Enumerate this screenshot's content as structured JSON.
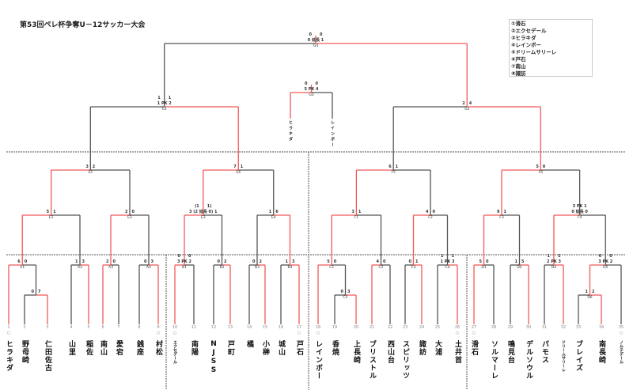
{
  "title": "第53回ペレ杯争奪U－12サッカー大会",
  "legend": [
    "①滑石",
    "②エクセデール",
    "③ヒラキダ",
    "④レインボー",
    "⑤ドリームサリーレ",
    "⑥戸石",
    "⑦南山",
    "⑧諏訪"
  ],
  "colors": {
    "winner_line": "#f05a5a",
    "loser_line": "#555555"
  },
  "teams": [
    {
      "no": "1",
      "name": "ヒラキダ",
      "mark": "○"
    },
    {
      "no": "2",
      "name": "野母崎"
    },
    {
      "no": "3",
      "name": "仁田佐古"
    },
    {
      "no": "4",
      "name": "山里"
    },
    {
      "no": "5",
      "name": "稲佐"
    },
    {
      "no": "6",
      "name": "南山"
    },
    {
      "no": "7",
      "name": "愛宕"
    },
    {
      "no": "8",
      "name": "銭座"
    },
    {
      "no": "9",
      "name": "村松",
      "mark": "○"
    },
    {
      "no": "10",
      "name": "エクセデール",
      "mark": "○"
    },
    {
      "no": "11",
      "name": "南陽"
    },
    {
      "no": "12",
      "name": "NJSS"
    },
    {
      "no": "13",
      "name": "戸町"
    },
    {
      "no": "14",
      "name": "橘"
    },
    {
      "no": "15",
      "name": "小榊"
    },
    {
      "no": "16",
      "name": "城山"
    },
    {
      "no": "17",
      "name": "戸石",
      "mark": "○"
    },
    {
      "no": "18",
      "name": "レインボー",
      "mark": "○"
    },
    {
      "no": "19",
      "name": "香焼"
    },
    {
      "no": "20",
      "name": "上長崎"
    },
    {
      "no": "21",
      "name": "ブリストル"
    },
    {
      "no": "22",
      "name": "西山台"
    },
    {
      "no": "23",
      "name": "スピリッツ"
    },
    {
      "no": "24",
      "name": "諏訪"
    },
    {
      "no": "25",
      "name": "大浦"
    },
    {
      "no": "26",
      "name": "土井首",
      "mark": "○"
    },
    {
      "no": "27",
      "name": "滑石",
      "mark": "○"
    },
    {
      "no": "28",
      "name": "ソルマーレ"
    },
    {
      "no": "29",
      "name": "鳴見台"
    },
    {
      "no": "30",
      "name": "デルソウル"
    },
    {
      "no": "31",
      "name": "パモス"
    },
    {
      "no": "32",
      "name": "ドリームサリーレ"
    },
    {
      "no": "33",
      "name": "ブレイズ"
    },
    {
      "no": "34",
      "name": "南長崎"
    },
    {
      "no": "35",
      "name": "ノルテデール",
      "mark": "○"
    }
  ],
  "matches": [
    {
      "id": "A0",
      "label": "",
      "l": "t2",
      "r": "t3",
      "lines": [
        "0　7"
      ],
      "w": "r"
    },
    {
      "id": "A1",
      "label": "A1",
      "l": "t1",
      "r": "A0",
      "lines": [
        "6　0"
      ],
      "w": "l"
    },
    {
      "id": "A2",
      "label": "A2",
      "l": "t4",
      "r": "t5",
      "lines": [
        "1　3"
      ],
      "w": "r"
    },
    {
      "id": "A3",
      "label": "A3",
      "l": "t6",
      "r": "t7",
      "lines": [
        "2　0"
      ],
      "w": "l"
    },
    {
      "id": "A4",
      "label": "A4",
      "l": "t8",
      "r": "t9",
      "lines": [
        "0　3"
      ],
      "w": "r"
    },
    {
      "id": "E1",
      "label": "E1",
      "l": "A1",
      "r": "A2",
      "lines": [
        "5　1"
      ],
      "w": "l"
    },
    {
      "id": "E2",
      "label": "E2",
      "l": "A3",
      "r": "A4",
      "lines": [
        "2　0"
      ],
      "w": "l"
    },
    {
      "id": "E5",
      "label": "E5",
      "l": "E1",
      "r": "E2",
      "lines": [
        "3　2"
      ],
      "w": "l"
    },
    {
      "id": "B1",
      "label": "B1",
      "l": "t10",
      "r": "t11",
      "lines": [
        "0　　0",
        "3 PK 2"
      ],
      "w": "l"
    },
    {
      "id": "B2",
      "label": "B2",
      "l": "t12",
      "r": "t13",
      "lines": [
        "0　2"
      ],
      "w": "r"
    },
    {
      "id": "B3",
      "label": "B3",
      "l": "t14",
      "r": "t15",
      "lines": [
        "0　2"
      ],
      "w": "r"
    },
    {
      "id": "B4",
      "label": "B4",
      "l": "t16",
      "r": "t17",
      "lines": [
        "1　3"
      ],
      "w": "r"
    },
    {
      "id": "E3",
      "label": "E3",
      "l": "B1",
      "r": "B2",
      "lines": [
        "(1　　1)",
        "3 (2 延長 0) 1"
      ],
      "w": "l"
    },
    {
      "id": "E4",
      "label": "E4",
      "l": "B3",
      "r": "B4",
      "lines": [
        "1　6"
      ],
      "w": "r"
    },
    {
      "id": "E6",
      "label": "E6",
      "l": "E3",
      "r": "E4",
      "lines": [
        "7　1"
      ],
      "w": "l"
    },
    {
      "id": "G1",
      "label": "G1",
      "l": "E5",
      "r": "E6",
      "lines": [
        "1　　1",
        "1 PK 2"
      ],
      "w": "r"
    },
    {
      "id": "C0",
      "label": "C5",
      "l": "t19",
      "r": "t20",
      "lines": [
        "0　3"
      ],
      "w": "r"
    },
    {
      "id": "C1",
      "label": "C1",
      "l": "t18",
      "r": "C0",
      "lines": [
        "5　0"
      ],
      "w": "l"
    },
    {
      "id": "C2",
      "label": "C2",
      "l": "t21",
      "r": "t22",
      "lines": [
        "4　0"
      ],
      "w": "l"
    },
    {
      "id": "C3",
      "label": "C3",
      "l": "t23",
      "r": "t24",
      "lines": [
        "0　1"
      ],
      "w": "r"
    },
    {
      "id": "C4",
      "label": "C4",
      "l": "t25",
      "r": "t26",
      "lines": [
        "1　　1",
        "1 PK 3"
      ],
      "w": "r"
    },
    {
      "id": "F1",
      "label": "F1",
      "l": "C1",
      "r": "C2",
      "lines": [
        "3　1"
      ],
      "w": "l"
    },
    {
      "id": "F2",
      "label": "F2",
      "l": "C3",
      "r": "C4",
      "lines": [
        "4　0"
      ],
      "w": "l"
    },
    {
      "id": "F5",
      "label": "F5",
      "l": "F1",
      "r": "F2",
      "lines": [
        "6　1"
      ],
      "w": "l"
    },
    {
      "id": "D1",
      "label": "D1",
      "l": "t27",
      "r": "t28",
      "lines": [
        "5　0"
      ],
      "w": "l"
    },
    {
      "id": "D2",
      "label": "D2",
      "l": "t29",
      "r": "t30",
      "lines": [
        "1　5"
      ],
      "w": "r"
    },
    {
      "id": "D3",
      "label": "D4",
      "l": "t31",
      "r": "t32",
      "lines": [
        "1　　1",
        "2 PK 3"
      ],
      "w": "r"
    },
    {
      "id": "D0",
      "label": "D6",
      "l": "t33",
      "r": "t34",
      "lines": [
        "1　2"
      ],
      "w": "r"
    },
    {
      "id": "D4",
      "label": "D5",
      "l": "D0",
      "r": "t35",
      "lines": [
        "0　　0",
        "3 PK 2"
      ],
      "w": "l"
    },
    {
      "id": "F3",
      "label": "F3",
      "l": "D1",
      "r": "D2",
      "lines": [
        "9　1"
      ],
      "w": "l"
    },
    {
      "id": "F4",
      "label": "F4",
      "l": "D3",
      "r": "D4",
      "lines": [
        "3 PK 1",
        "0 延長 0"
      ],
      "w": "l"
    },
    {
      "id": "F6",
      "label": "F6",
      "l": "F3",
      "r": "F4",
      "lines": [
        "5　0"
      ],
      "w": "l"
    },
    {
      "id": "G2",
      "label": "G2",
      "l": "F5",
      "r": "F6",
      "lines": [
        "2　4"
      ],
      "w": "r"
    },
    {
      "id": "G4",
      "label": "G4",
      "l": "G1",
      "r": "G2",
      "lines": [
        "0　　0",
        "0 延長 1"
      ],
      "w": "r"
    }
  ],
  "third_place": {
    "label": "G3",
    "left": "ヒラキダ",
    "right": "レインボー",
    "lines": [
      "0　　0",
      "5 PK 4"
    ],
    "w": "l"
  }
}
